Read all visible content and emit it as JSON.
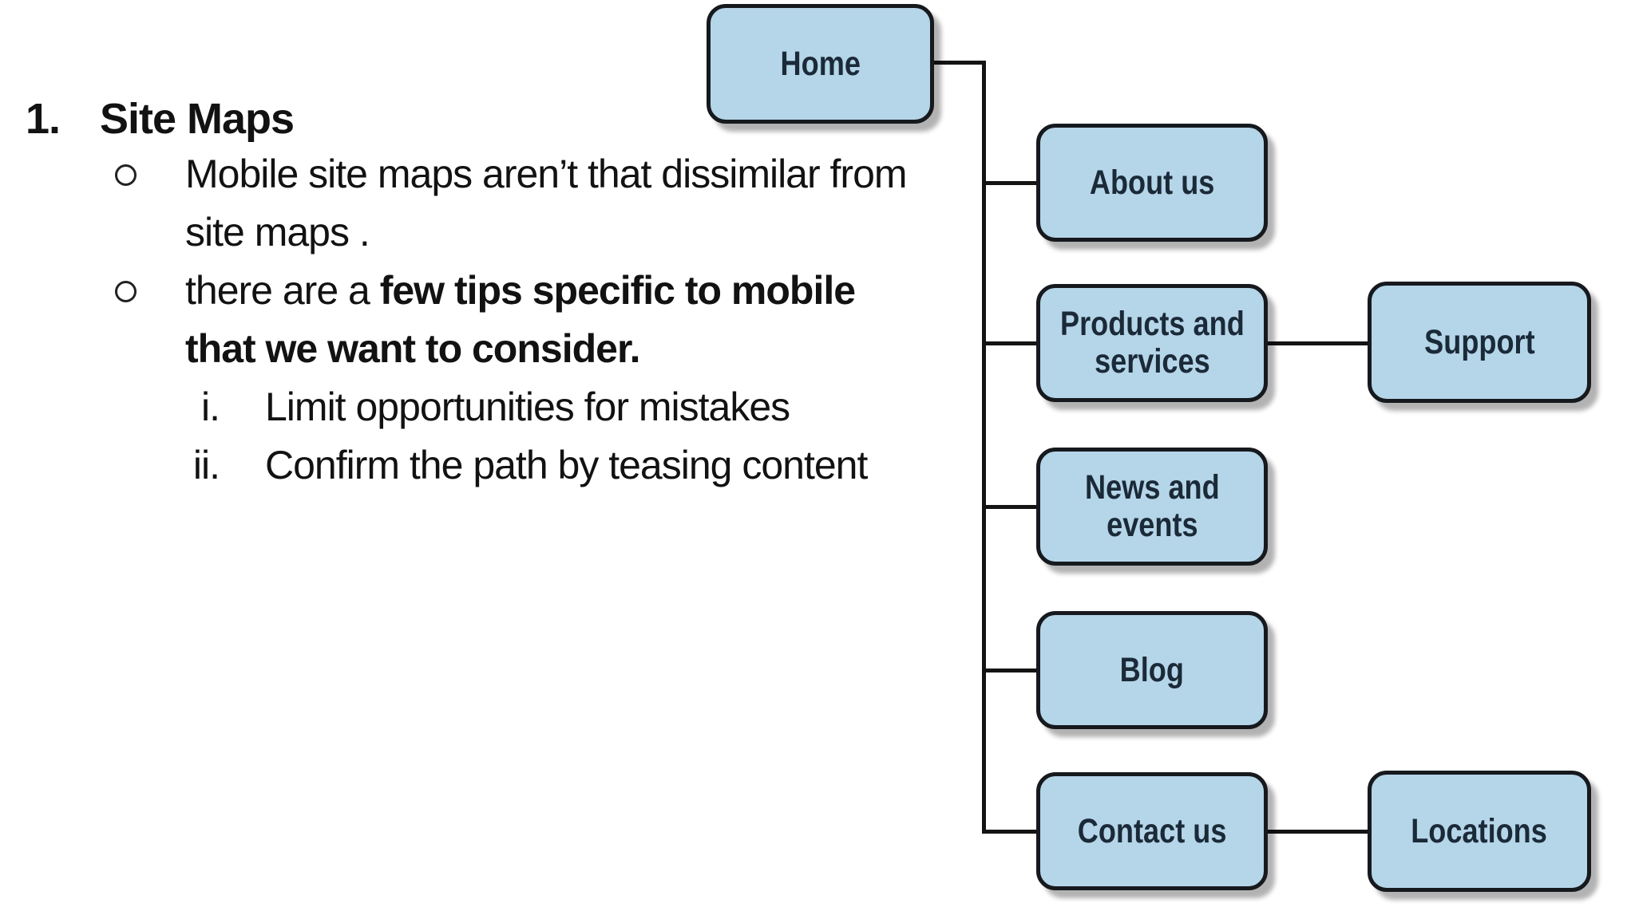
{
  "colors": {
    "node_fill": "#b5d5e8",
    "node_border": "#16191d",
    "node_text": "#1b2a38",
    "connector": "#141414",
    "text": "#121212",
    "background": "#ffffff"
  },
  "outline": {
    "number": "1.",
    "title": "Site Maps",
    "bullets": [
      {
        "line1": "Mobile site maps aren’t that dissimilar from",
        "line2": "site maps ."
      },
      {
        "line1_regular": "there are a ",
        "line1_bold": "few tips specific to mobile",
        "line2_bold": "that we want to consider."
      }
    ],
    "subitems": [
      {
        "marker": "i.",
        "text": "Limit opportunities for mistakes"
      },
      {
        "marker": "ii.",
        "text": "Confirm the path by teasing content"
      }
    ]
  },
  "sitemap": {
    "root": {
      "label": "Home"
    },
    "children": [
      {
        "label": "About us"
      },
      {
        "label": "Products and\nservices"
      },
      {
        "label": "News and\nevents"
      },
      {
        "label": "Blog"
      },
      {
        "label": "Contact us"
      }
    ],
    "secondary": [
      {
        "label": "Support",
        "parent": "Products and services"
      },
      {
        "label": "Locations",
        "parent": "Contact us"
      }
    ]
  }
}
